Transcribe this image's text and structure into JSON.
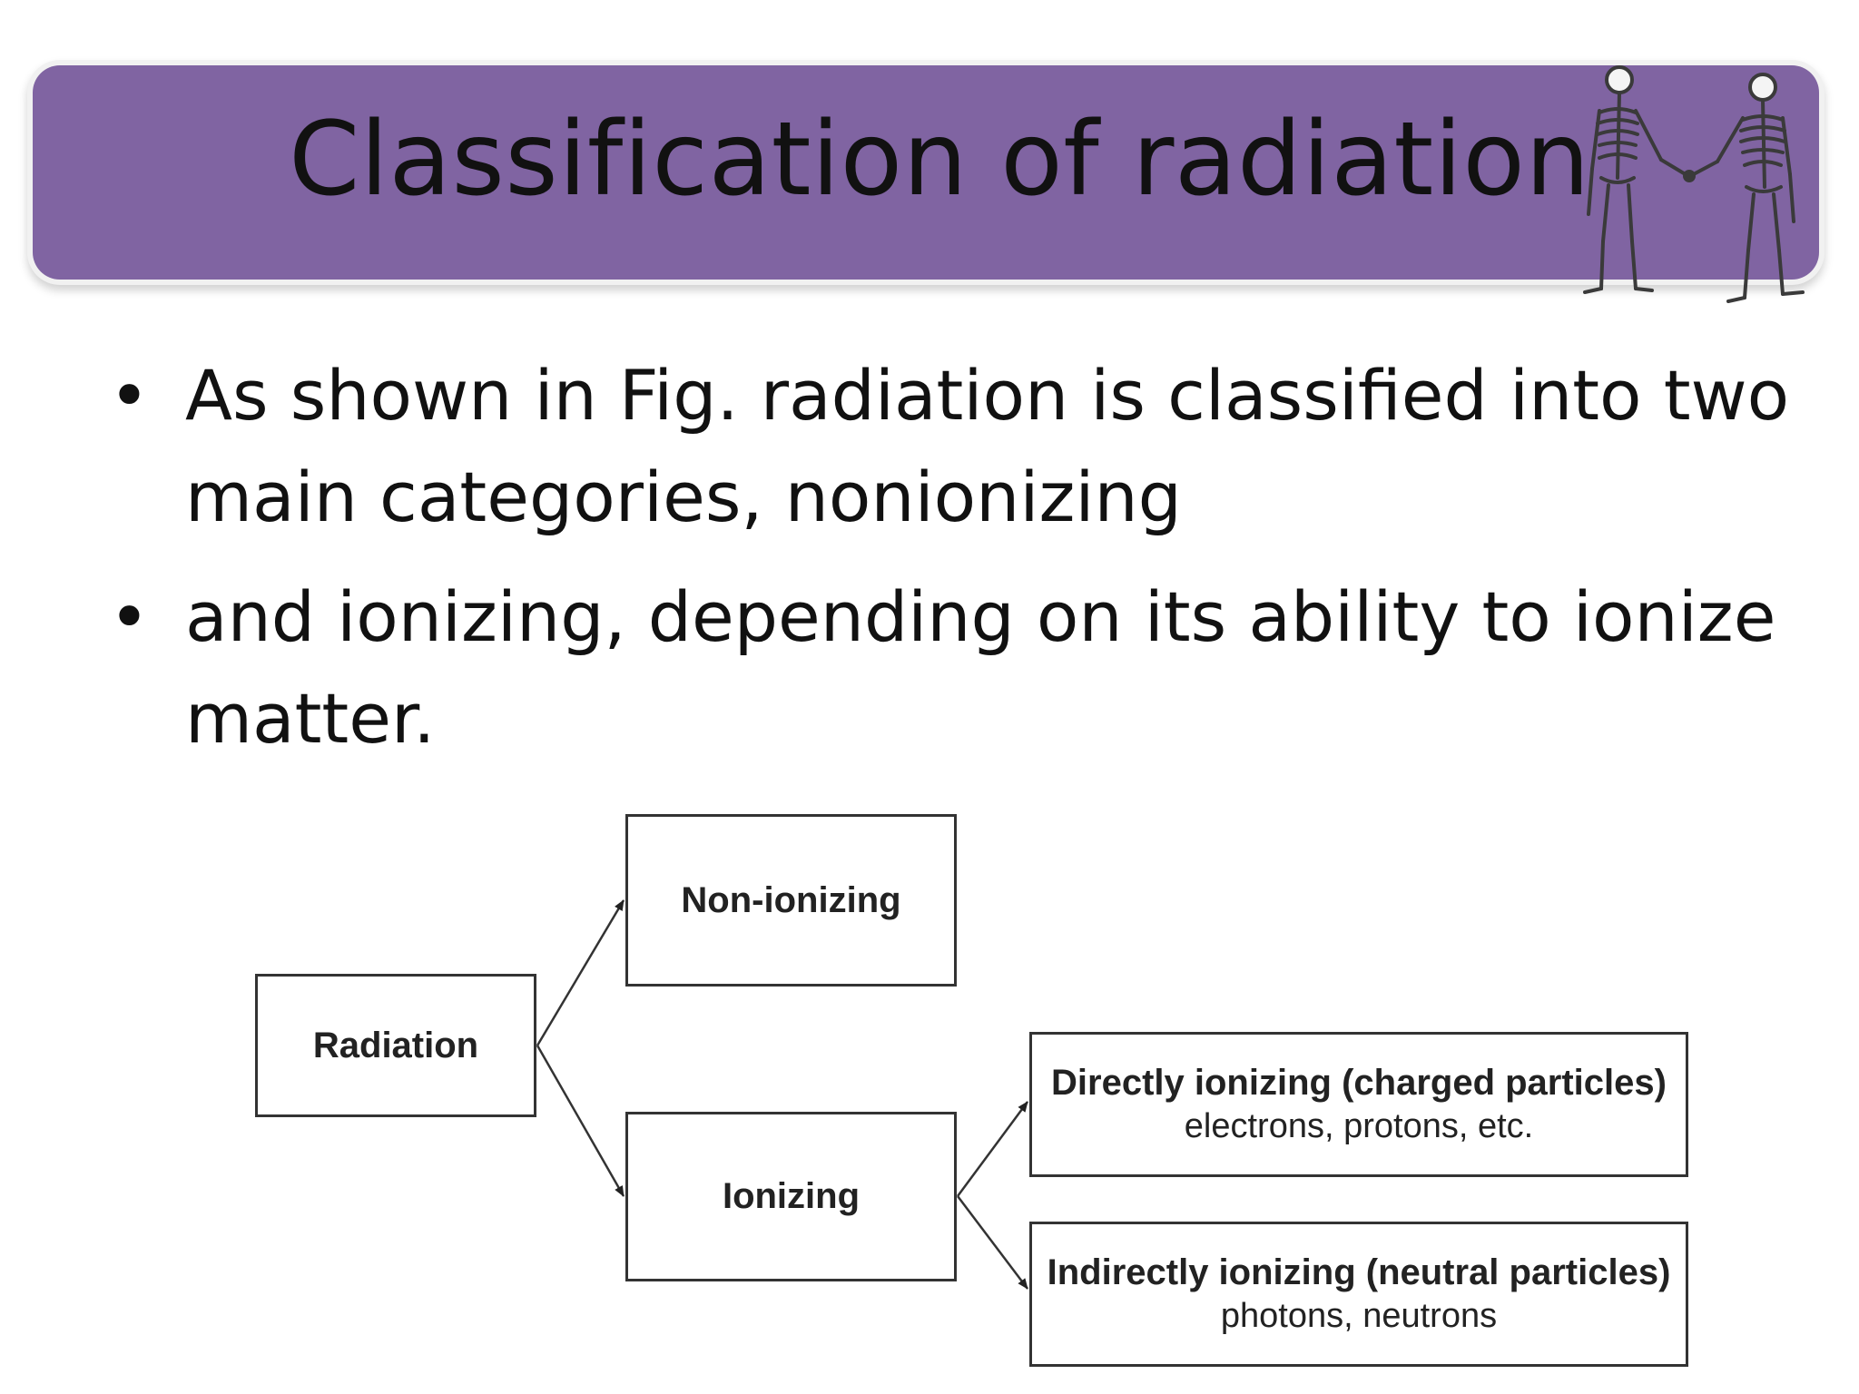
{
  "slide": {
    "title": "Classification of radiation",
    "bullets": [
      "As shown in Fig.  radiation is classified into two main categories, nonionizing",
      "and ionizing, depending on its ability to ionize matter."
    ]
  },
  "diagram": {
    "nodes": {
      "radiation": "Radiation",
      "non_ionizing": "Non-ionizing",
      "ionizing": "Ionizing",
      "directly_ionizing": {
        "title": "Directly ionizing (charged particles)",
        "examples": "electrons, protons, etc."
      },
      "indirectly_ionizing": {
        "title": "Indirectly ionizing (neutral particles)",
        "examples": "photons, neutrons"
      }
    },
    "edges": [
      [
        "radiation",
        "non_ionizing"
      ],
      [
        "radiation",
        "ionizing"
      ],
      [
        "ionizing",
        "directly_ionizing"
      ],
      [
        "ionizing",
        "indirectly_ionizing"
      ]
    ]
  },
  "colors": {
    "title_bar": "#8064a2",
    "text": "#111111"
  },
  "icons": [
    "skeletons-handshake-icon"
  ]
}
